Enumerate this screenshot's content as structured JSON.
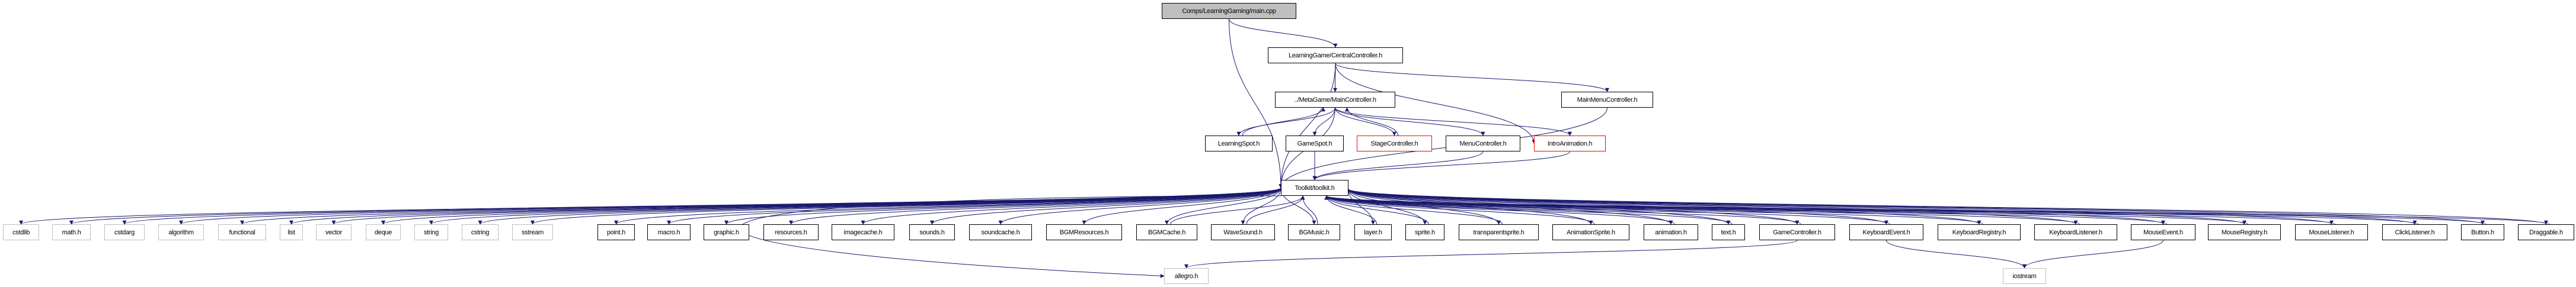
{
  "colors": {
    "edge": "#191970",
    "external_border": "#bfbfbf",
    "root_fill": "#bfbfbf",
    "truncated_border": "#ff0000",
    "node_border": "#000000"
  },
  "nodes": [
    {
      "id": "main",
      "label": "Comps/LearningGaming/main.cpp",
      "kind": "root"
    },
    {
      "id": "central",
      "label": "LearningGame/CentralController.h",
      "kind": "internal"
    },
    {
      "id": "metamain",
      "label": "../MetaGame/MainController.h",
      "kind": "internal"
    },
    {
      "id": "mainmenu",
      "label": "MainMenuController.h",
      "kind": "internal"
    },
    {
      "id": "learningspot",
      "label": "LearningSpot.h",
      "kind": "internal"
    },
    {
      "id": "gamespot",
      "label": "GameSpot.h",
      "kind": "internal"
    },
    {
      "id": "stagectrl",
      "label": "StageController.h",
      "kind": "truncated"
    },
    {
      "id": "menuctrl",
      "label": "MenuController.h",
      "kind": "internal"
    },
    {
      "id": "intro",
      "label": "IntroAnimation.h",
      "kind": "truncated"
    },
    {
      "id": "toolkit",
      "label": "Toolkit/toolkit.h",
      "kind": "internal"
    },
    {
      "id": "cstdlib",
      "label": "cstdlib",
      "kind": "external"
    },
    {
      "id": "math",
      "label": "math.h",
      "kind": "external"
    },
    {
      "id": "cstdarg",
      "label": "cstdarg",
      "kind": "external"
    },
    {
      "id": "algorithm",
      "label": "algorithm",
      "kind": "external"
    },
    {
      "id": "functional",
      "label": "functional",
      "kind": "external"
    },
    {
      "id": "list",
      "label": "list",
      "kind": "external"
    },
    {
      "id": "vector",
      "label": "vector",
      "kind": "external"
    },
    {
      "id": "deque",
      "label": "deque",
      "kind": "external"
    },
    {
      "id": "string",
      "label": "string",
      "kind": "external"
    },
    {
      "id": "cstring",
      "label": "cstring",
      "kind": "external"
    },
    {
      "id": "sstream",
      "label": "sstream",
      "kind": "external"
    },
    {
      "id": "point",
      "label": "point.h",
      "kind": "internal"
    },
    {
      "id": "macro",
      "label": "macro.h",
      "kind": "internal"
    },
    {
      "id": "graphic",
      "label": "graphic.h",
      "kind": "internal"
    },
    {
      "id": "resources",
      "label": "resources.h",
      "kind": "internal"
    },
    {
      "id": "imagecache",
      "label": "imagecache.h",
      "kind": "internal"
    },
    {
      "id": "sounds",
      "label": "sounds.h",
      "kind": "internal"
    },
    {
      "id": "soundcache",
      "label": "soundcache.h",
      "kind": "internal"
    },
    {
      "id": "bgmres",
      "label": "BGMResources.h",
      "kind": "internal"
    },
    {
      "id": "bgmcache",
      "label": "BGMCache.h",
      "kind": "internal"
    },
    {
      "id": "wavesound",
      "label": "WaveSound.h",
      "kind": "internal"
    },
    {
      "id": "bgmusic",
      "label": "BGMusic.h",
      "kind": "internal"
    },
    {
      "id": "layer",
      "label": "layer.h",
      "kind": "internal"
    },
    {
      "id": "sprite",
      "label": "sprite.h",
      "kind": "internal"
    },
    {
      "id": "tsprite",
      "label": "transparentsprite.h",
      "kind": "internal"
    },
    {
      "id": "animsprite",
      "label": "AnimationSprite.h",
      "kind": "internal"
    },
    {
      "id": "animation",
      "label": "animation.h",
      "kind": "internal"
    },
    {
      "id": "text",
      "label": "text.h",
      "kind": "internal"
    },
    {
      "id": "gamectrl",
      "label": "GameController.h",
      "kind": "internal"
    },
    {
      "id": "kbevent",
      "label": "KeyboardEvent.h",
      "kind": "internal"
    },
    {
      "id": "kbreg",
      "label": "KeyboardRegistry.h",
      "kind": "internal"
    },
    {
      "id": "kblistener",
      "label": "KeyboardListener.h",
      "kind": "internal"
    },
    {
      "id": "mouseevent",
      "label": "MouseEvent.h",
      "kind": "internal"
    },
    {
      "id": "mousereg",
      "label": "MouseRegistry.h",
      "kind": "internal"
    },
    {
      "id": "mouselistener",
      "label": "MouseListener.h",
      "kind": "internal"
    },
    {
      "id": "clicklistener",
      "label": "ClickListener.h",
      "kind": "internal"
    },
    {
      "id": "button",
      "label": "Button.h",
      "kind": "internal"
    },
    {
      "id": "draggable",
      "label": "Draggable.h",
      "kind": "internal"
    },
    {
      "id": "allegro",
      "label": "allegro.h",
      "kind": "external"
    },
    {
      "id": "iostream",
      "label": "iostream",
      "kind": "external"
    }
  ],
  "edges": [
    [
      "main",
      "central"
    ],
    [
      "main",
      "toolkit"
    ],
    [
      "central",
      "metamain"
    ],
    [
      "central",
      "intro"
    ],
    [
      "central",
      "mainmenu"
    ],
    [
      "central",
      "toolkit"
    ],
    [
      "metamain",
      "learningspot"
    ],
    [
      "metamain",
      "gamespot"
    ],
    [
      "metamain",
      "stagectrl"
    ],
    [
      "metamain",
      "menuctrl"
    ],
    [
      "metamain",
      "intro"
    ],
    [
      "metamain",
      "toolkit"
    ],
    [
      "learningspot",
      "metamain"
    ],
    [
      "stagectrl",
      "metamain"
    ],
    [
      "gamespot",
      "toolkit"
    ],
    [
      "menuctrl",
      "toolkit"
    ],
    [
      "intro",
      "toolkit"
    ],
    [
      "mainmenu",
      "toolkit"
    ],
    [
      "toolkit",
      "cstdlib"
    ],
    [
      "toolkit",
      "math"
    ],
    [
      "toolkit",
      "cstdarg"
    ],
    [
      "toolkit",
      "algorithm"
    ],
    [
      "toolkit",
      "functional"
    ],
    [
      "toolkit",
      "list"
    ],
    [
      "toolkit",
      "vector"
    ],
    [
      "toolkit",
      "deque"
    ],
    [
      "toolkit",
      "string"
    ],
    [
      "toolkit",
      "cstring"
    ],
    [
      "toolkit",
      "sstream"
    ],
    [
      "toolkit",
      "point"
    ],
    [
      "toolkit",
      "macro"
    ],
    [
      "toolkit",
      "graphic"
    ],
    [
      "toolkit",
      "resources"
    ],
    [
      "toolkit",
      "imagecache"
    ],
    [
      "toolkit",
      "sounds"
    ],
    [
      "toolkit",
      "soundcache"
    ],
    [
      "toolkit",
      "bgmres"
    ],
    [
      "toolkit",
      "bgmcache"
    ],
    [
      "toolkit",
      "wavesound"
    ],
    [
      "toolkit",
      "bgmusic"
    ],
    [
      "toolkit",
      "layer"
    ],
    [
      "toolkit",
      "sprite"
    ],
    [
      "toolkit",
      "tsprite"
    ],
    [
      "toolkit",
      "animsprite"
    ],
    [
      "toolkit",
      "animation"
    ],
    [
      "toolkit",
      "text"
    ],
    [
      "toolkit",
      "gamectrl"
    ],
    [
      "toolkit",
      "kbevent"
    ],
    [
      "toolkit",
      "kbreg"
    ],
    [
      "toolkit",
      "kblistener"
    ],
    [
      "toolkit",
      "mouseevent"
    ],
    [
      "toolkit",
      "mousereg"
    ],
    [
      "toolkit",
      "mouselistener"
    ],
    [
      "toolkit",
      "clicklistener"
    ],
    [
      "toolkit",
      "button"
    ],
    [
      "toolkit",
      "draggable"
    ],
    [
      "bgmcache",
      "toolkit"
    ],
    [
      "wavesound",
      "toolkit"
    ],
    [
      "bgmusic",
      "toolkit"
    ],
    [
      "layer",
      "toolkit"
    ],
    [
      "sprite",
      "toolkit"
    ],
    [
      "tsprite",
      "toolkit"
    ],
    [
      "animsprite",
      "toolkit"
    ],
    [
      "animation",
      "toolkit"
    ],
    [
      "text",
      "toolkit"
    ],
    [
      "gamectrl",
      "toolkit"
    ],
    [
      "kbevent",
      "toolkit"
    ],
    [
      "kbreg",
      "toolkit"
    ],
    [
      "kblistener",
      "toolkit"
    ],
    [
      "mouseevent",
      "toolkit"
    ],
    [
      "mousereg",
      "toolkit"
    ],
    [
      "mouselistener",
      "toolkit"
    ],
    [
      "clicklistener",
      "toolkit"
    ],
    [
      "button",
      "toolkit"
    ],
    [
      "draggable",
      "toolkit"
    ],
    [
      "toolkit",
      "allegro"
    ],
    [
      "gamectrl",
      "allegro"
    ],
    [
      "kbevent",
      "iostream"
    ],
    [
      "mouseevent",
      "iostream"
    ]
  ]
}
